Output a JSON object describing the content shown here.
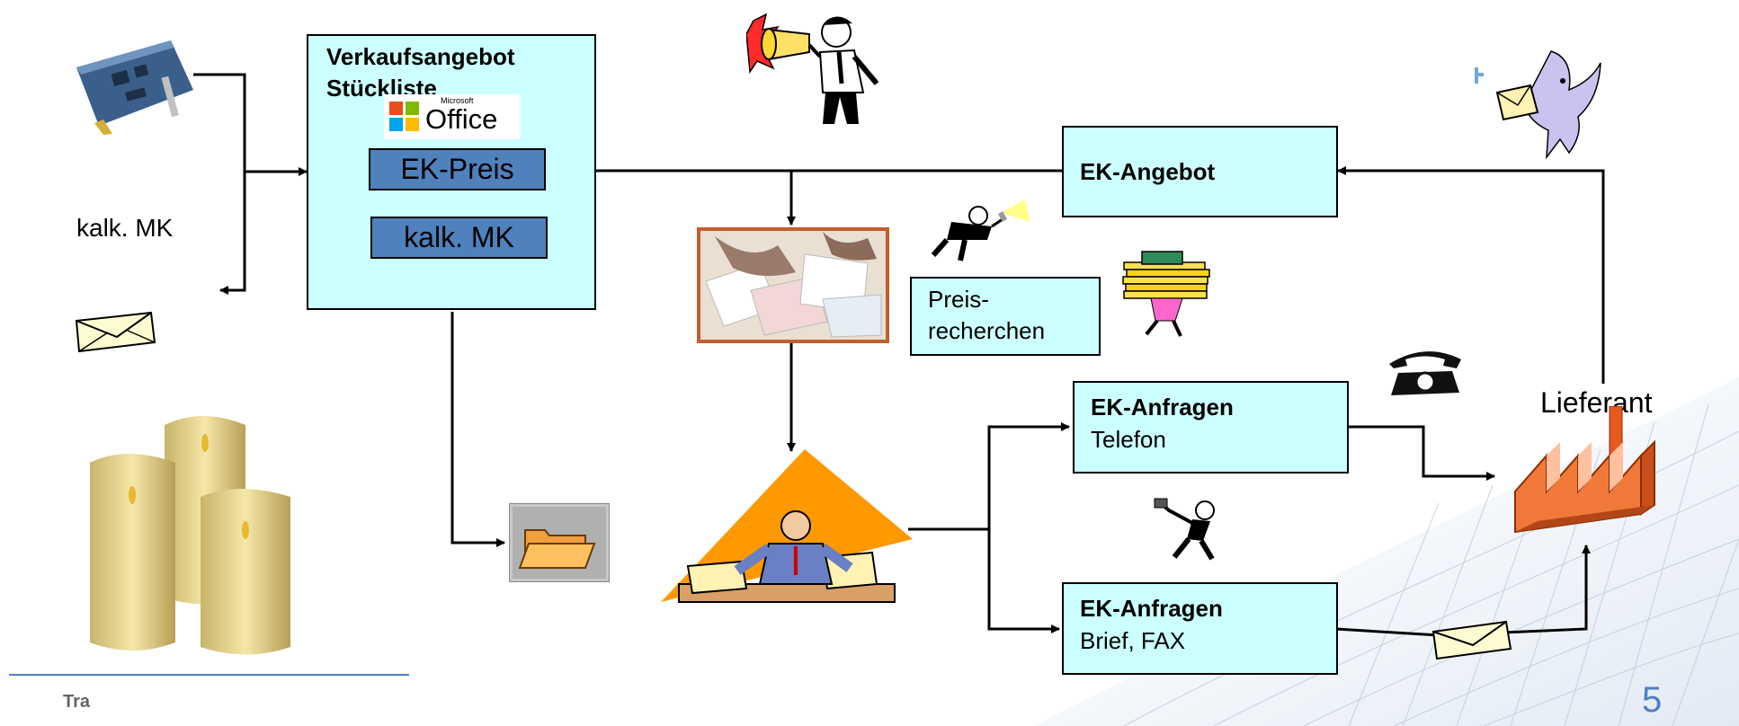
{
  "verkauf": {
    "line1": "Verkaufsangebot",
    "line2": "Stückliste"
  },
  "office_logo": {
    "small": "Microsoft",
    "big": "Office"
  },
  "ek_preis": "EK-Preis",
  "kalk_mk_box": "kalk. MK",
  "kalk_mk_label": "kalk. MK",
  "ek_angebot": "EK-Angebot",
  "preisrecherchen": {
    "line1": "Preis-",
    "line2": "recherchen"
  },
  "ek_anfragen_telefon": {
    "title": "EK-Anfragen",
    "sub": "Telefon"
  },
  "ek_anfragen_brief": {
    "title": "EK-Anfragen",
    "sub": "Brief, FAX"
  },
  "lieferant": "Lieferant",
  "footer": {
    "text": "Tra",
    "page": "5"
  },
  "colors": {
    "box_fill": "#ccffff",
    "blue_fill": "#4f81bd",
    "footer_line": "#4f81bd",
    "orange": "#ff9900"
  }
}
